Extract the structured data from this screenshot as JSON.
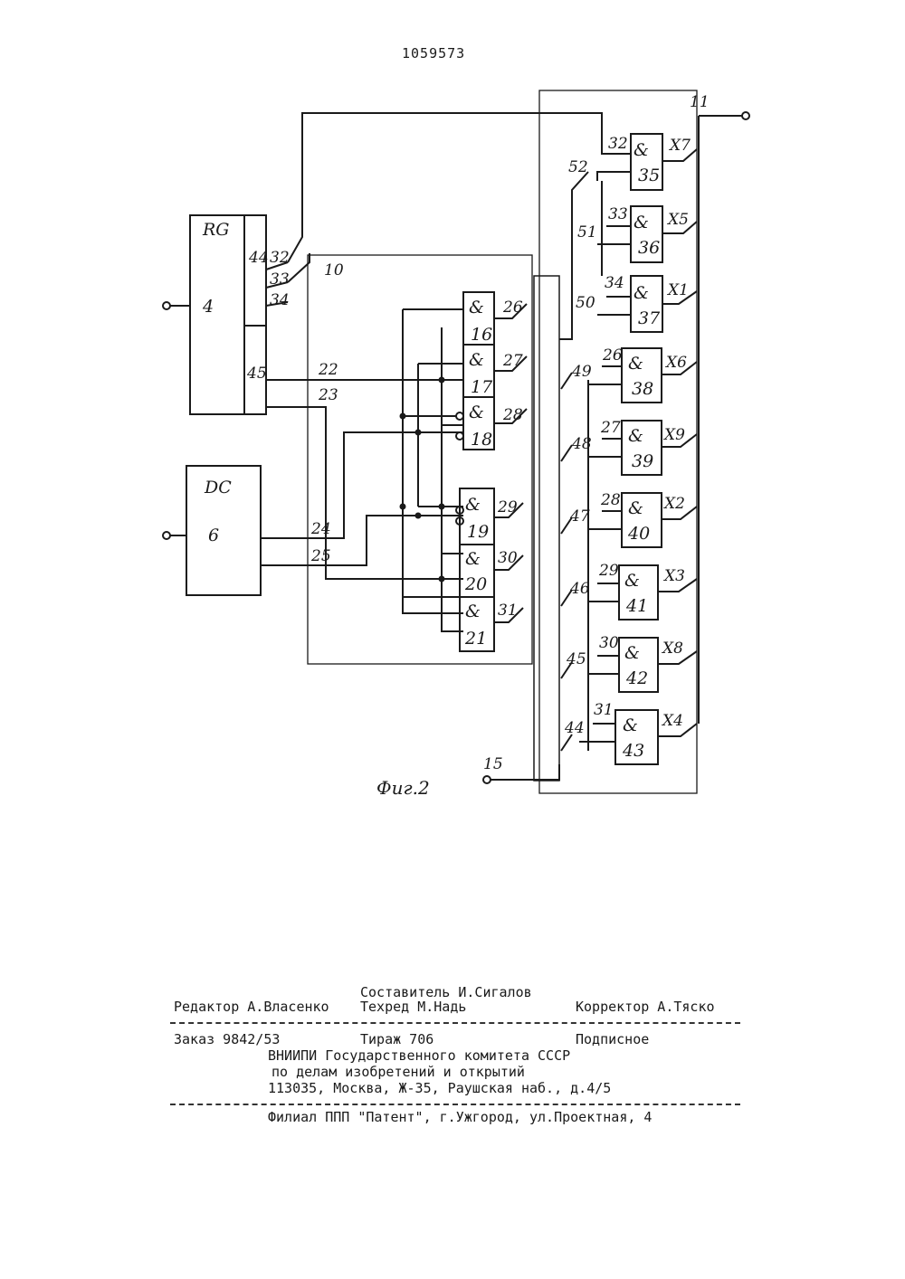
{
  "header": {
    "patent_number": "1059573"
  },
  "diagram": {
    "caption": "Фиг.2",
    "register": {
      "type": "RG",
      "number": "4",
      "out_high": "44",
      "out_low": "45"
    },
    "decoder": {
      "type": "DC",
      "number": "6"
    },
    "unit10": "10",
    "unit11": "11",
    "input15": "15",
    "and_symbol": "&",
    "gates_left": [
      "16",
      "17",
      "18",
      "19",
      "20",
      "21"
    ],
    "gates_left_outputs": [
      "26",
      "27",
      "28",
      "29",
      "30",
      "31"
    ],
    "gates_right": [
      "35",
      "36",
      "37",
      "38",
      "39",
      "40",
      "41",
      "42",
      "43"
    ],
    "gates_right_inputs": [
      "32",
      "33",
      "34",
      "26",
      "27",
      "28",
      "29",
      "30",
      "31"
    ],
    "gates_right_outputs": [
      "X7",
      "X5",
      "X1",
      "X6",
      "X9",
      "X2",
      "X3",
      "X8",
      "X4"
    ],
    "bus_numbers": [
      "52",
      "51",
      "50",
      "49",
      "48",
      "47",
      "46",
      "45",
      "44"
    ],
    "reg_outputs": [
      "32",
      "33",
      "34"
    ],
    "wires_10": [
      "22",
      "23",
      "24",
      "25"
    ]
  },
  "footer": {
    "compiler": "Составитель И.Сигалов",
    "editor": "Редактор А.Власенко",
    "techred": "Техред М.Надь",
    "corrector": "Корректор А.Тяско",
    "order": "Заказ 9842/53",
    "circulation": "Тираж 706",
    "subscription": "Подписное",
    "org1": "ВНИИПИ Государственного комитета СССР",
    "org2": "по делам изобретений и открытий",
    "address": "113035, Москва, Ж-35, Раушская наб., д.4/5",
    "branch": "Филиал ППП \"Патент\", г.Ужгород, ул.Проектная, 4"
  }
}
